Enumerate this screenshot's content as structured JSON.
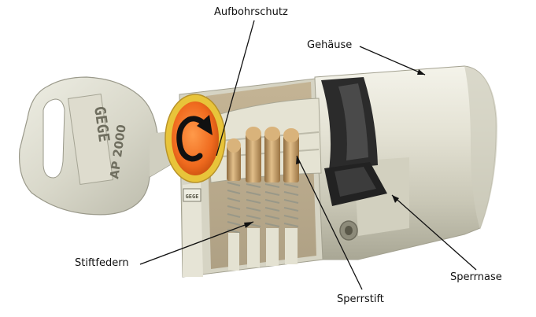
{
  "labels": {
    "aufbohrschutz": "Aufbohrschutz",
    "gehaeuse": "Gehäuse",
    "stiftfedern": "Stiftfedern",
    "sperrnase": "Sperrnase",
    "sperrstift": "Sperrstift"
  },
  "key": {
    "logo_text": "GEGE",
    "model_text": "AP 2000"
  },
  "cylinder_logo_text": "GEGE",
  "colors": {
    "drill_protection": "#ef6a1e",
    "drill_ring": "#e8c43a",
    "brass": "#c9a068",
    "housing": "#dad8c8",
    "cam": "#2b2b2b"
  }
}
